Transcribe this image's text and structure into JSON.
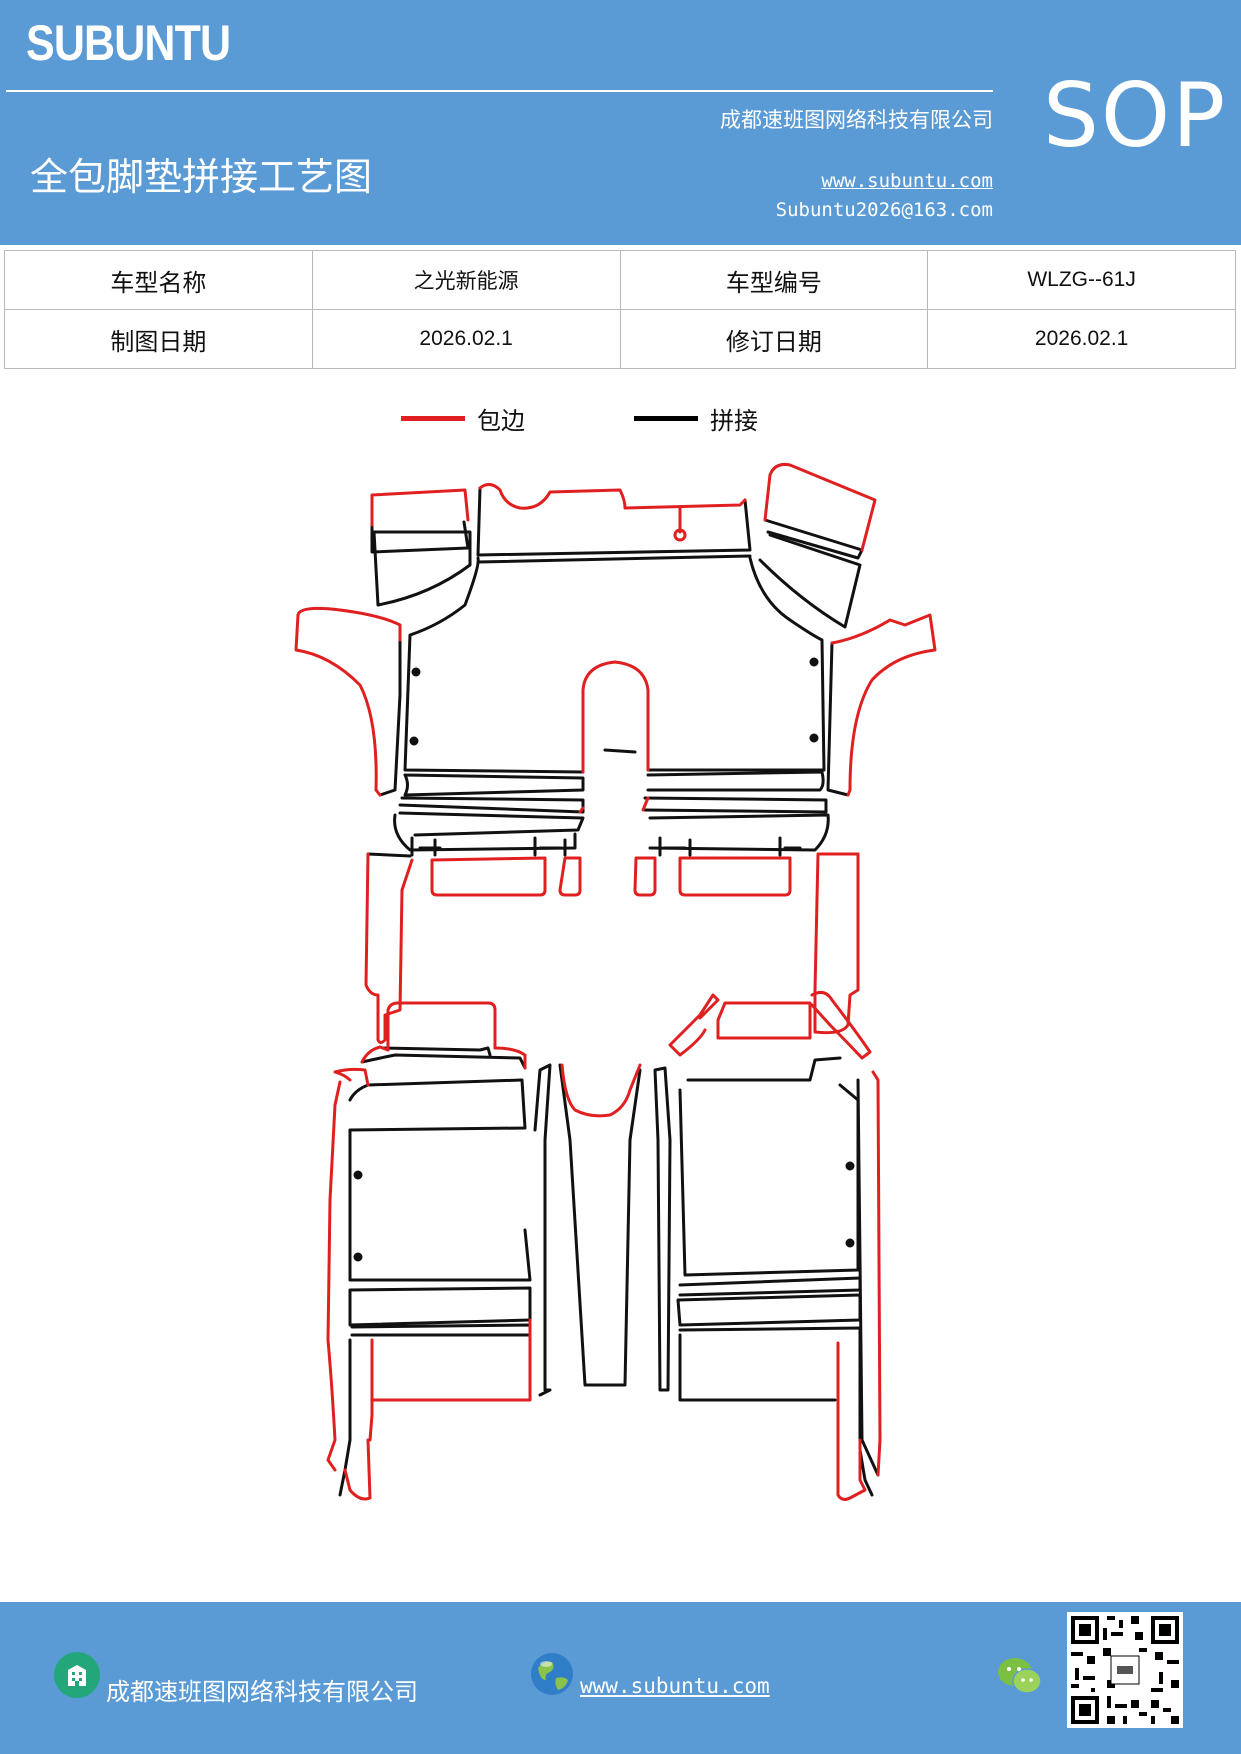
{
  "header": {
    "brand": "SUBUNTU",
    "title": "全包脚垫拼接工艺图",
    "company": "成都速班图网络科技有限公司",
    "website": "www.subuntu.com",
    "email": "Subuntu2026@163.com",
    "badge": "SOP"
  },
  "info_table": {
    "model_name_label": "车型名称",
    "model_name_value": "之光新能源",
    "model_code_label": "车型编号",
    "model_code_value": "WLZG--61J",
    "draw_date_label": "制图日期",
    "draw_date_value": "2026.02.1",
    "revise_date_label": "修订日期",
    "revise_date_value": "2026.02.1"
  },
  "legend": {
    "edge_label": "包边",
    "edge_color": "#e02020",
    "splice_label": "拼接",
    "splice_color": "#000000"
  },
  "footer": {
    "company": "成都速班图网络科技有限公司",
    "website": "www.subuntu.com",
    "icons": [
      "building-icon",
      "globe-icon",
      "wechat-icon",
      "qr-code"
    ]
  },
  "colors": {
    "header_bg": "#5b9bd5",
    "edge": "#e02020",
    "splice": "#111111"
  }
}
